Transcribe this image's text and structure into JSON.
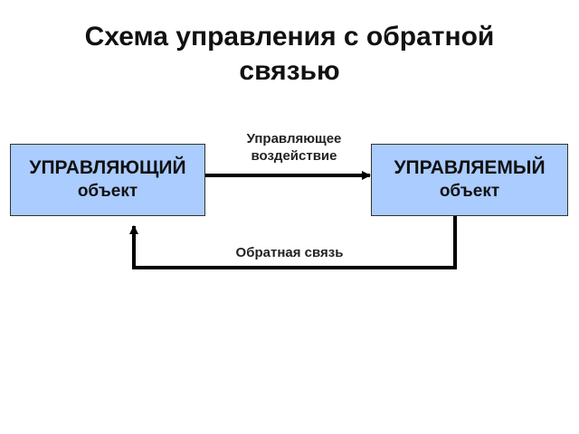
{
  "title": {
    "line1": "Схема управления с обратной",
    "line2": "связью"
  },
  "boxes": {
    "controller": {
      "line1": "УПРАВЛЯЮЩИЙ",
      "line2": "объект"
    },
    "controlled": {
      "line1": "УПРАВЛЯЕМЫЙ",
      "line2": "объект"
    }
  },
  "arrows": {
    "control_action": {
      "line1": "Управляющее",
      "line2": "воздействие"
    },
    "feedback": "Обратная связь"
  },
  "colors": {
    "box_fill": "#aaccff",
    "box_border": "#333333",
    "arrow": "#000000"
  }
}
